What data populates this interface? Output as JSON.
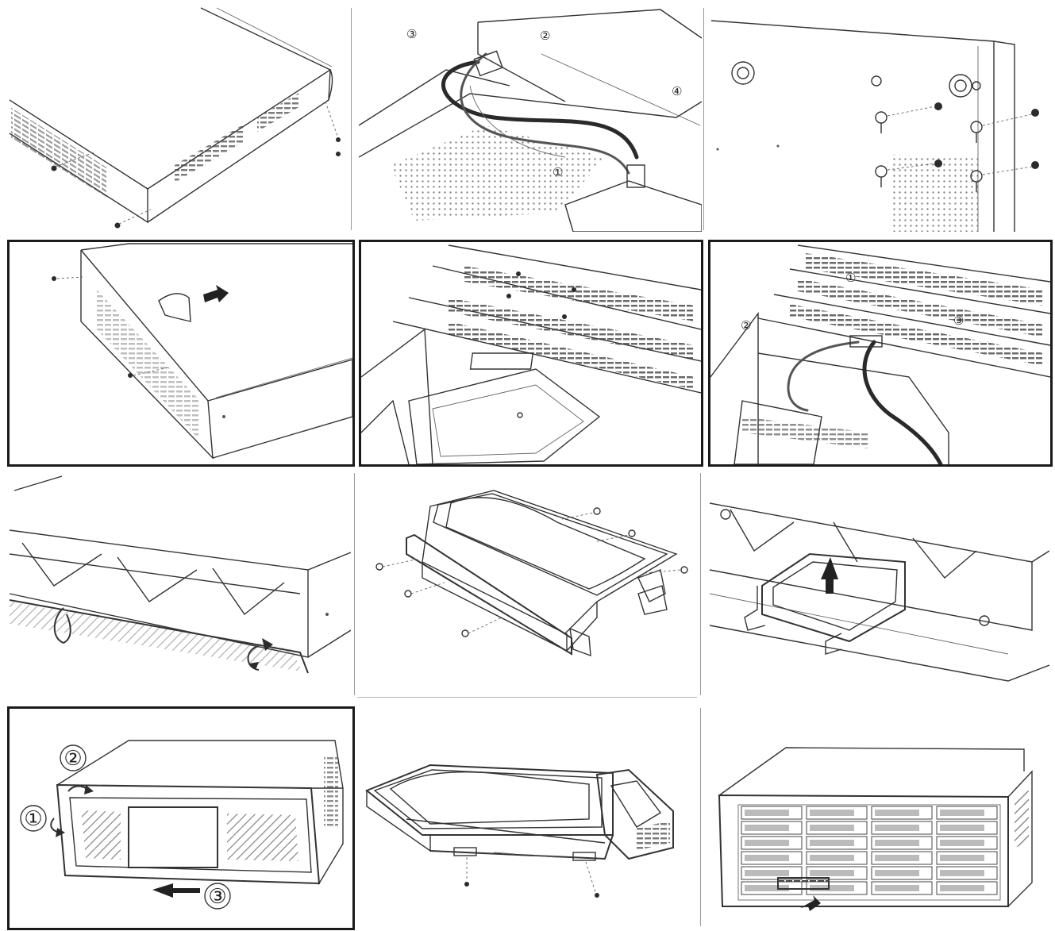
{
  "colors": {
    "line": "#333333",
    "frame": "#1a1a1a",
    "background": "#ffffff"
  },
  "callouts": {
    "p2": [
      "③",
      "②",
      "④",
      "①"
    ],
    "p6": [
      "①",
      "②",
      "③"
    ],
    "p10": [
      "②",
      "①",
      "③"
    ]
  }
}
